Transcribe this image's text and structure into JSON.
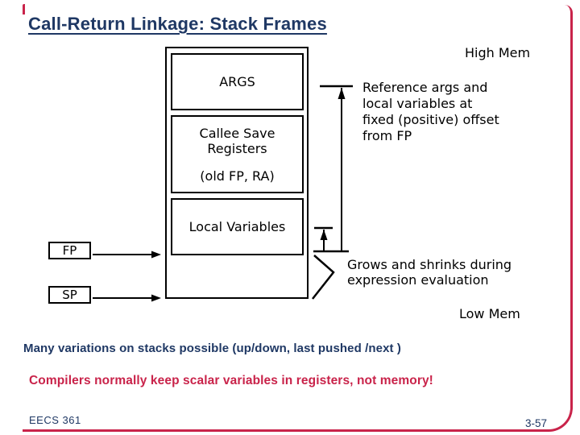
{
  "slide": {
    "title": "Call-Return Linkage: Stack Frames",
    "footer_left": "EECS 361",
    "footer_right": "3-57"
  },
  "diagram": {
    "high_mem_label": "High Mem",
    "low_mem_label": "Low Mem",
    "stack": {
      "args_label": "ARGS",
      "callee_line1": "Callee Save",
      "callee_line2": "Registers",
      "old_fp_ra_label": "(old FP, RA)",
      "local_vars_label": "Local Variables"
    },
    "fp_label": "FP",
    "sp_label": "SP",
    "reference_note": {
      "lines": [
        "Reference args and",
        "local variables at",
        "fixed (positive) offset",
        "from FP"
      ]
    },
    "grows_note": {
      "lines": [
        "Grows and shrinks during",
        "expression evaluation"
      ]
    }
  },
  "notes": {
    "variations": "Many variations on stacks possible (up/down, last pushed /next )",
    "compilers": "Compilers normally keep scalar variables in registers, not memory!"
  },
  "colors": {
    "navy": "#1F3864",
    "red": "#C9234A",
    "line_black": "#000000"
  }
}
